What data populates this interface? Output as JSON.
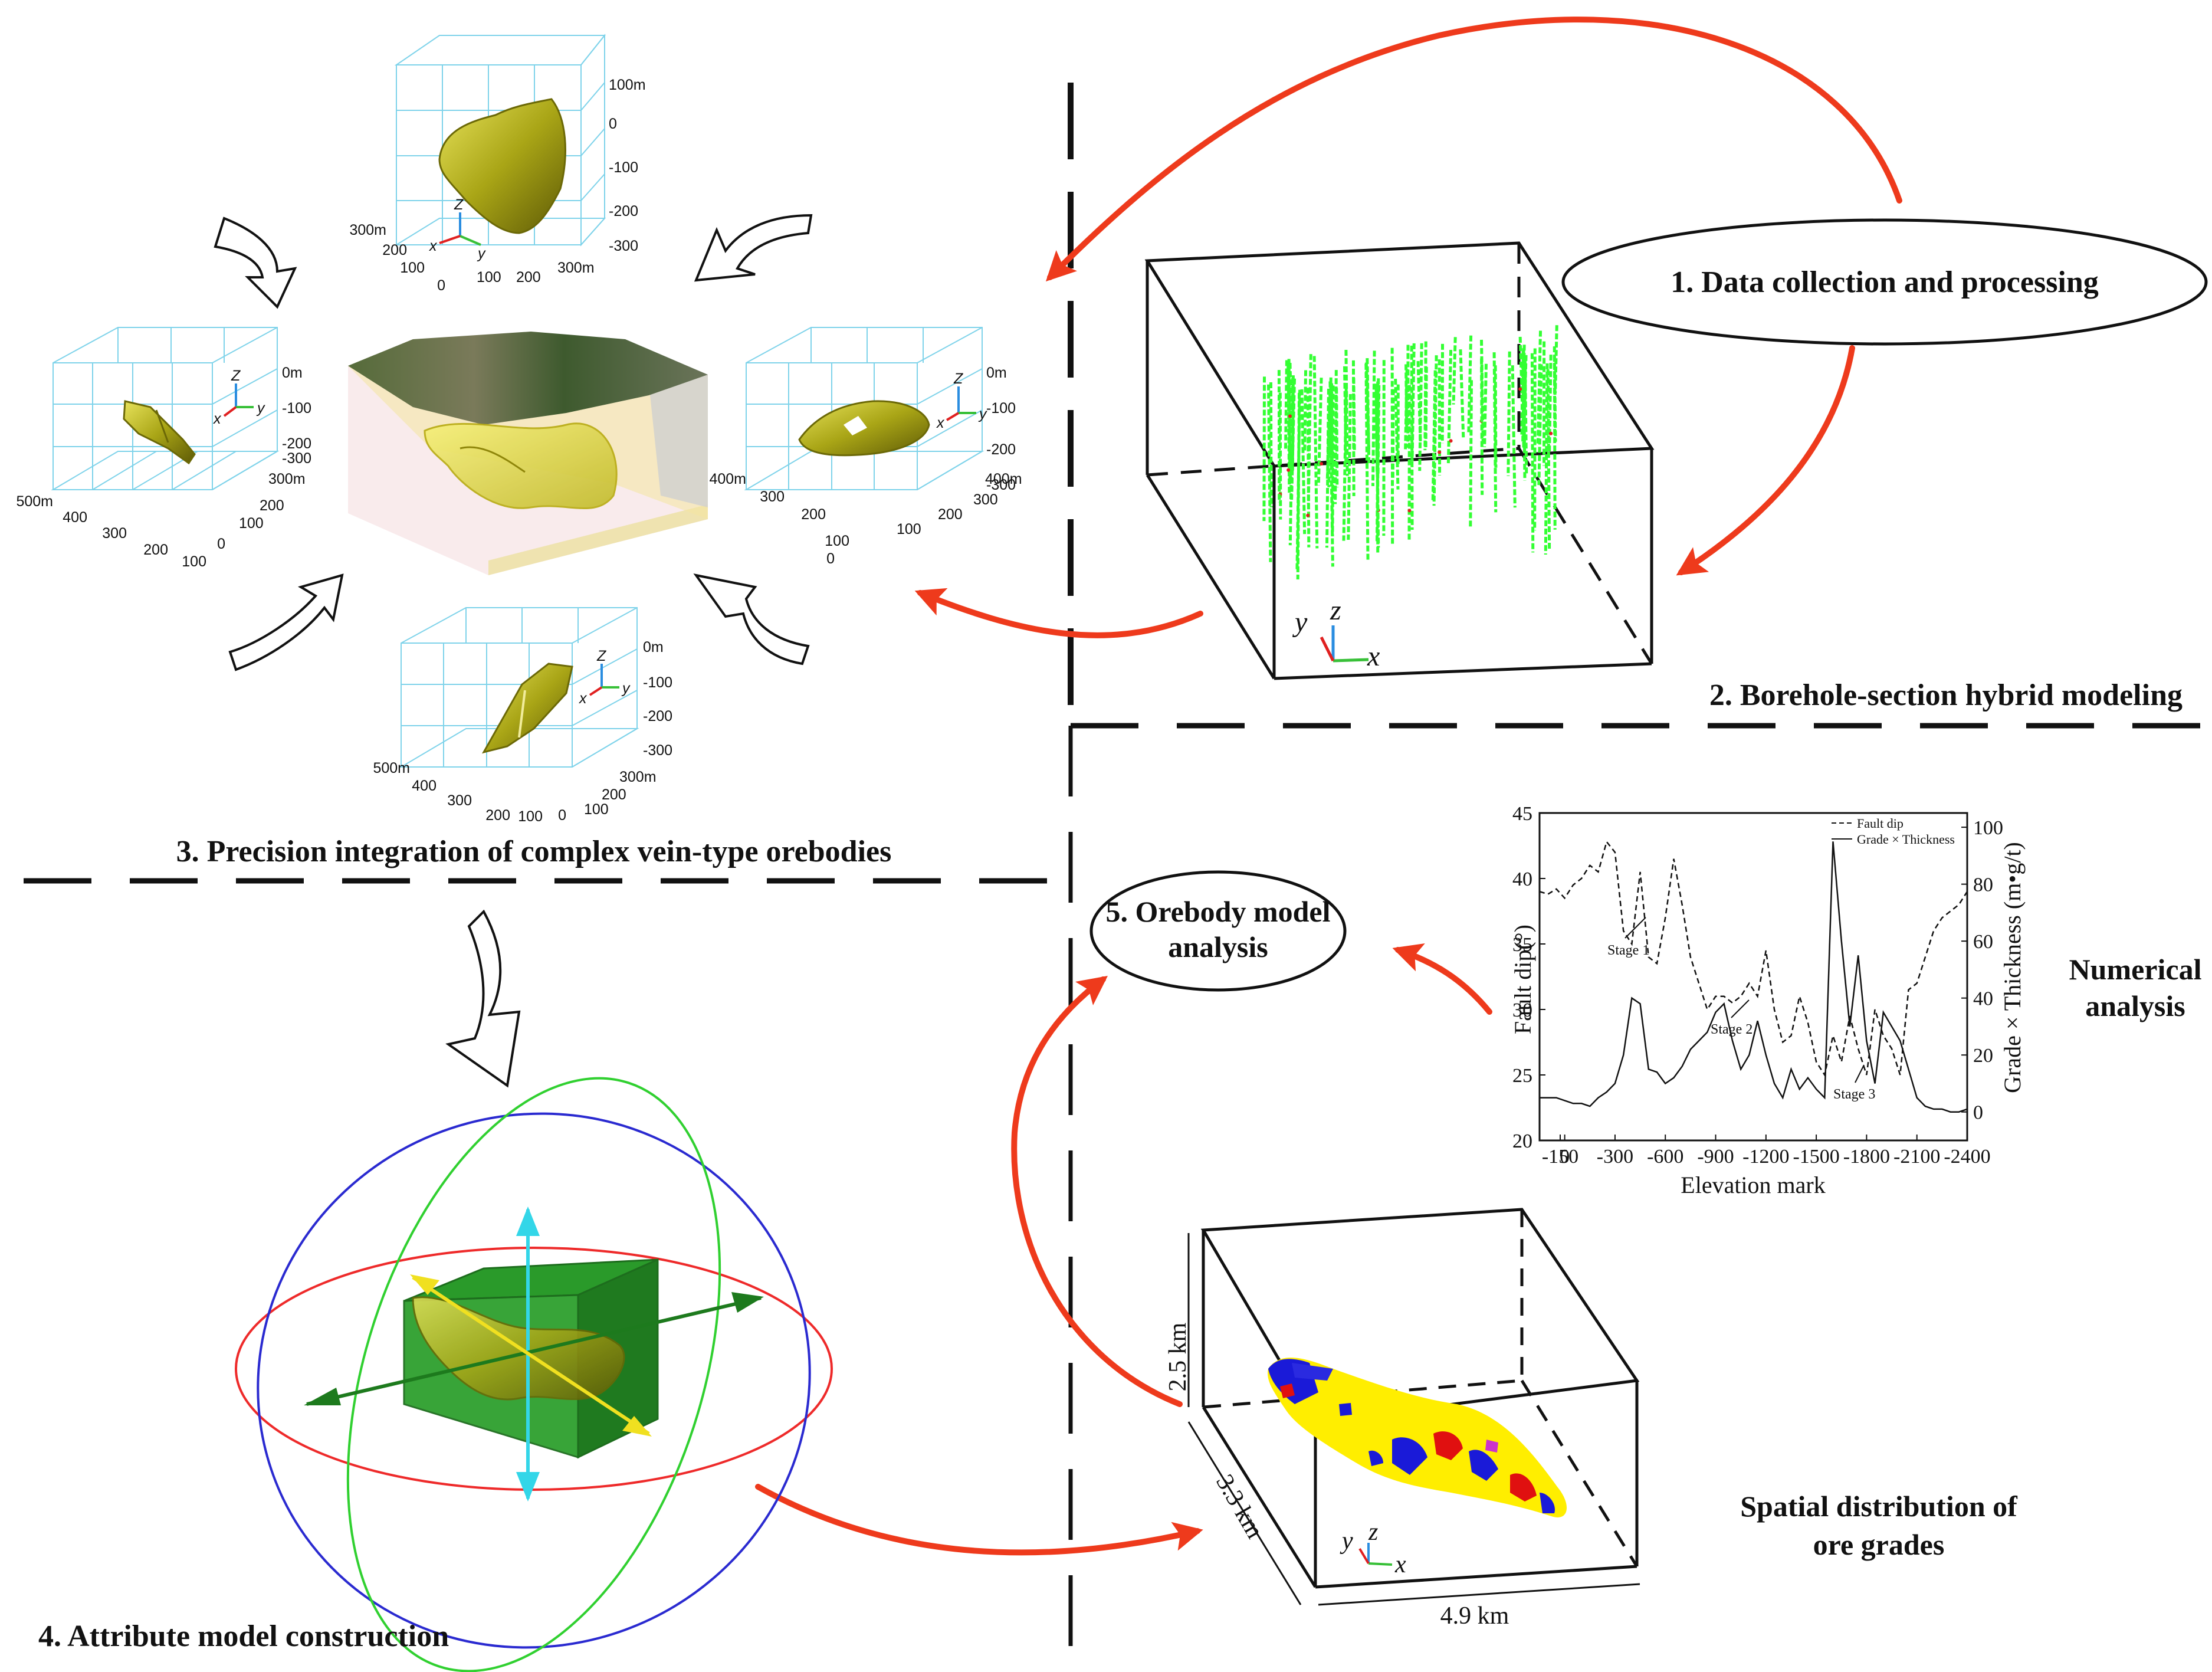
{
  "steps": {
    "s1": "1. Data collection and processing",
    "s2": "2. Borehole-section hybrid modeling",
    "s3": "3. Precision integration of complex vein-type orebodies",
    "s4": "4. Attribute model construction",
    "s5_line1": "5. Orebody model",
    "s5_line2": "analysis"
  },
  "side_labels": {
    "numerical_1": "Numerical",
    "numerical_2": "analysis",
    "spatial_1": "Spatial distribution of",
    "spatial_2": "ore grades"
  },
  "top_view": {
    "z_ticks": [
      "100m",
      "0",
      "-100",
      "-200",
      "-300"
    ],
    "x_ticks": [
      "300m",
      "200",
      "100",
      "0"
    ],
    "y_ticks": [
      "100",
      "200",
      "300m"
    ]
  },
  "left_view": {
    "z_ticks": [
      "0m",
      "-100",
      "-200",
      "-300"
    ],
    "x_ticks": [
      "500m",
      "400",
      "300",
      "200",
      "100",
      "0"
    ],
    "y_ticks": [
      "300m",
      "200",
      "100"
    ]
  },
  "right_view": {
    "z_ticks": [
      "0m",
      "-100",
      "-200",
      "-300"
    ],
    "x_ticks": [
      "400m",
      "300",
      "200",
      "100",
      "0"
    ],
    "y_ticks": [
      "100",
      "200",
      "300",
      "400m"
    ]
  },
  "bottom_view": {
    "z_ticks": [
      "0m",
      "-100",
      "-200",
      "-300"
    ],
    "x_ticks": [
      "500m",
      "400",
      "300",
      "200",
      "100",
      "0"
    ],
    "y_ticks": [
      "300m",
      "200",
      "100"
    ]
  },
  "axis_letters": {
    "x": "x",
    "y": "y",
    "z": "z",
    "X": "X",
    "Y": "Y",
    "Z": "Z"
  },
  "grade_box": {
    "height_label": "2.5 km",
    "depth_label": "3.3 km",
    "width_label": "4.9 km"
  },
  "chart_data": {
    "type": "line",
    "xlabel": "Elevation mark",
    "ylabel_left": "Fault dip(°)",
    "ylabel_right": "Grade × Thickness (m•g/t)",
    "x_ticks": [
      "-150",
      "0",
      "-300",
      "-600",
      "-900",
      "-1200",
      "-1500",
      "-1800",
      "-2100",
      "-2400"
    ],
    "y_left_ticks": [
      20,
      25,
      30,
      35,
      40,
      45
    ],
    "y_right_ticks": [
      0,
      20,
      40,
      60,
      80,
      100
    ],
    "ylim_left": [
      20,
      45
    ],
    "ylim_right": [
      -10,
      105
    ],
    "legend": [
      "Fault dip",
      "Grade × Thickness"
    ],
    "annotations": [
      "Stage 1",
      "Stage 2",
      "Stage 3"
    ],
    "series": [
      {
        "name": "Fault dip",
        "style": "dashed",
        "axis": "left",
        "x": [
          -150,
          -100,
          -50,
          0,
          50,
          100,
          150,
          200,
          250,
          300,
          350,
          400,
          450,
          500,
          550,
          600,
          650,
          700,
          750,
          800,
          850,
          900,
          950,
          1000,
          1050,
          1100,
          1150,
          1200,
          1250,
          1300,
          1350,
          1400,
          1450,
          1500,
          1550,
          1600,
          1650,
          1700,
          1750,
          1800,
          1850,
          1900,
          1950,
          2000,
          2050,
          2100,
          2150,
          2200,
          2250,
          2300,
          2350,
          2400
        ],
        "y": [
          39,
          38.8,
          39.2,
          38.5,
          39.5,
          40,
          41,
          40.5,
          42.8,
          42,
          36,
          35,
          40.5,
          34,
          33.5,
          37,
          41.5,
          38,
          34,
          32,
          30,
          31,
          31,
          30.5,
          31,
          32,
          31,
          34.5,
          30,
          27.5,
          28,
          31,
          29,
          26,
          25,
          28,
          26,
          29.5,
          27,
          25,
          30,
          28,
          27,
          25,
          31.5,
          32,
          34,
          36,
          37,
          37.5,
          38,
          39
        ]
      },
      {
        "name": "Grade × Thickness",
        "style": "solid",
        "axis": "right",
        "x": [
          -150,
          -100,
          -50,
          0,
          50,
          100,
          150,
          200,
          250,
          300,
          350,
          400,
          450,
          500,
          550,
          600,
          650,
          700,
          750,
          800,
          850,
          900,
          950,
          1000,
          1050,
          1100,
          1150,
          1200,
          1250,
          1300,
          1350,
          1400,
          1450,
          1500,
          1550,
          1600,
          1650,
          1700,
          1750,
          1800,
          1850,
          1900,
          1950,
          2000,
          2050,
          2100,
          2150,
          2200,
          2250,
          2300,
          2350,
          2400
        ],
        "y": [
          5,
          5,
          5,
          4,
          3,
          3,
          2,
          5,
          7,
          10,
          20,
          40,
          38,
          15,
          14,
          10,
          12,
          16,
          22,
          25,
          28,
          35,
          38,
          25,
          15,
          20,
          32,
          20,
          10,
          5,
          15,
          8,
          12,
          8,
          5,
          95,
          60,
          30,
          55,
          25,
          10,
          35,
          30,
          25,
          15,
          5,
          2,
          1,
          1,
          0,
          0,
          1
        ]
      }
    ]
  }
}
